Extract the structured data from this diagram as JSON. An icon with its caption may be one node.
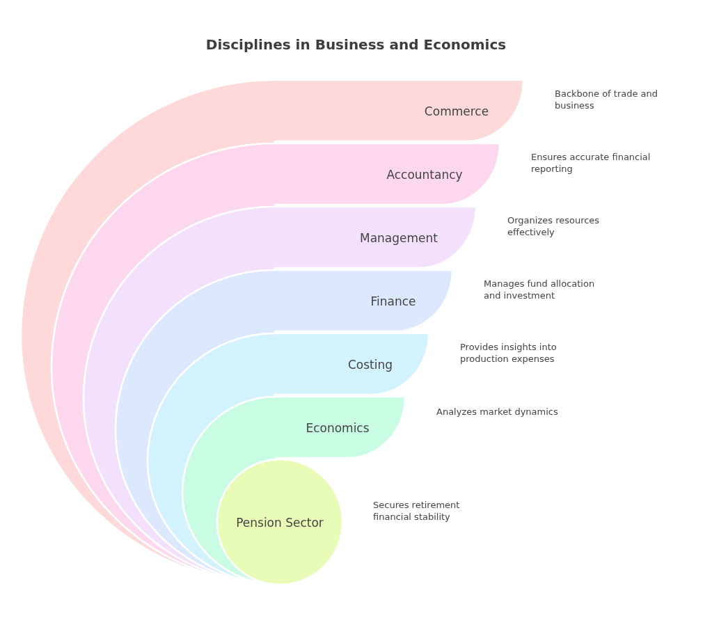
{
  "diagram": {
    "title": "Disciplines in Business and Economics",
    "nodes": [
      {
        "text": [
          "Commerce"
        ]
      },
      {
        "text": [
          "Accountancy"
        ]
      },
      {
        "text": [
          "Management"
        ]
      },
      {
        "text": [
          "Finance"
        ]
      },
      {
        "text": [
          "Costing"
        ]
      },
      {
        "text": [
          "Economics"
        ]
      },
      {
        "text": [
          "Pension Sector"
        ]
      }
    ],
    "labels": [
      "Backbone of trade and business",
      "Ensures accurate financial reporting",
      "Organizes resources effectively",
      "Manages fund allocation and investment",
      "Provides insights into production expenses",
      "Analyzes market dynamics",
      "Secures retirement financial stability"
    ]
  }
}
